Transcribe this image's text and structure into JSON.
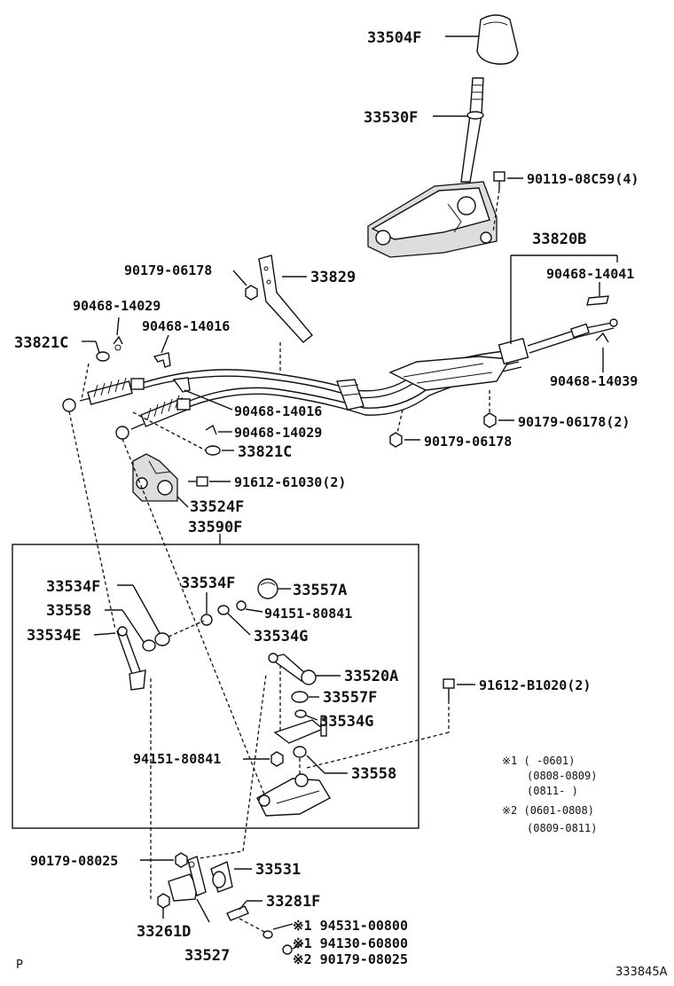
{
  "labels": {
    "p33504F": "33504F",
    "p33530F": "33530F",
    "p90119": "90119-08C59(4)",
    "p33820B": "33820B",
    "p90179a": "90179-06178",
    "p33829": "33829",
    "p90468_14041": "90468-14041",
    "p90468_14029a": "90468-14029",
    "p90468_14016a": "90468-14016",
    "p33821Ca": "33821C",
    "p90468_14039": "90468-14039",
    "p90468_14016b": "90468-14016",
    "p90179b": "90179-06178(2)",
    "p90468_14029b": "90468-14029",
    "p90179c": "90179-06178",
    "p33821Cb": "33821C",
    "p91612_61030": "91612-61030(2)",
    "p33524F": "33524F",
    "p33590F": "33590F",
    "p33534Fa": "33534F",
    "p33534Fb": "33534F",
    "p33557A": "33557A",
    "p33558a": "33558",
    "p94151a": "94151-80841",
    "p33534E": "33534E",
    "p33534Ga": "33534G",
    "p33520A": "33520A",
    "p91612_B1020": "91612-B1020(2)",
    "p33557F": "33557F",
    "p33534Gb": "33534G",
    "p94151b": "94151-80841",
    "p33558b": "33558",
    "p90179_08025a": "90179-08025",
    "p33531": "33531",
    "p33281F": "33281F",
    "p33261D": "33261D",
    "p33527": "33527",
    "p94531": "※1 94531-00800",
    "p94130": "※1 94130-60800",
    "p90179_08025b": "※2 90179-08025"
  },
  "notes": {
    "n1": "※1 (     -0601)",
    "n2": "(0808-0809)",
    "n3": "(0811-     )",
    "n4": "※2 (0601-0808)",
    "n5": "(0809-0811)"
  },
  "corner": {
    "left": "P",
    "right": "333845A"
  }
}
